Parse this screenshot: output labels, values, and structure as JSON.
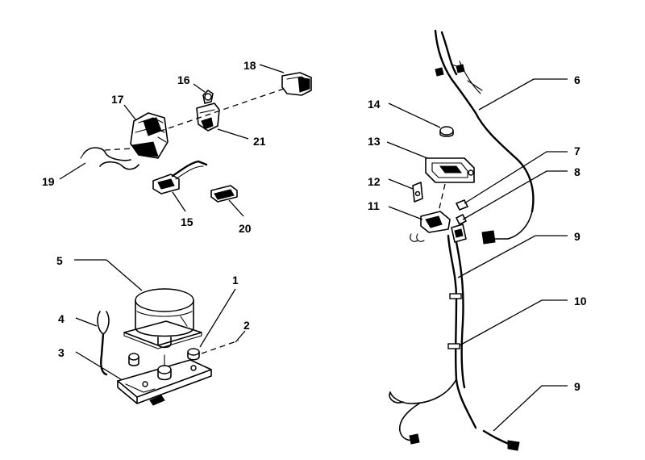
{
  "labels": {
    "p1": "1",
    "p2": "2",
    "p3": "3",
    "p4": "4",
    "p5": "5",
    "p6": "6",
    "p7": "7",
    "p8": "8",
    "p9a": "9",
    "p9b": "9",
    "p10": "10",
    "p11": "11",
    "p12": "12",
    "p13": "13",
    "p14": "14",
    "p15": "15",
    "p16": "16",
    "p17": "17",
    "p18": "18",
    "p19": "19",
    "p20": "20",
    "p21": "21"
  },
  "colors": {
    "ink": "#000000",
    "background": "#ffffff"
  }
}
